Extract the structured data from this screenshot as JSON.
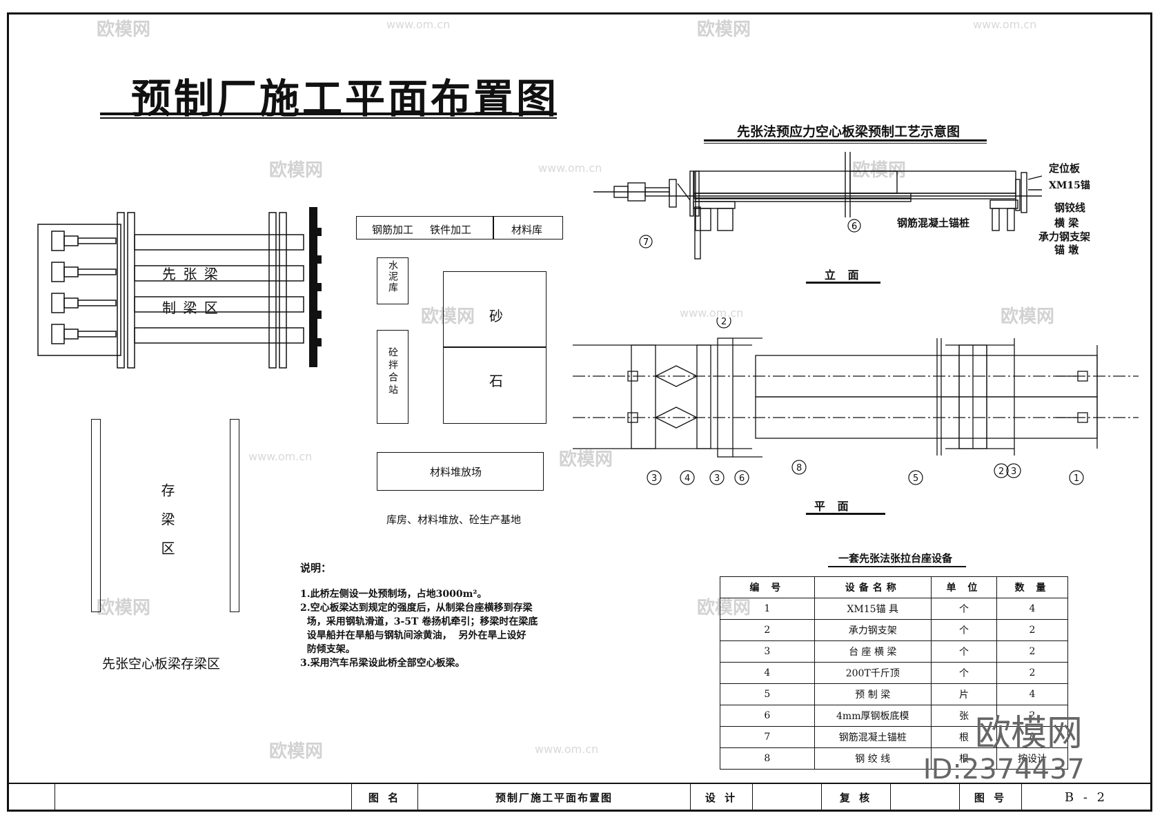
{
  "main_title": "预制厂施工平面布置图",
  "process_title": "先张法预应力空心板梁预制工艺示意图",
  "pretension_zone": {
    "line1": "先 张 梁",
    "line2": "制 梁 区"
  },
  "storage_zone": {
    "label": "存梁区",
    "caption": "先张空心板梁存梁区"
  },
  "base": {
    "steel_processing": "钢筋加工",
    "iron_processing": "铁件加工",
    "material_store": "材料库",
    "cement_store": "水泥库",
    "mixing_station": "砼拌合站",
    "sand": "砂",
    "stone": "石",
    "material_yard": "材料堆放场",
    "caption": "库房、材料堆放、砼生产基地"
  },
  "notes": {
    "heading": "说明：",
    "lines": [
      "1.此桥左侧设一处预制场，占地3000m²。",
      "2.空心板梁达到规定的强度后，从制梁台座横移到存梁",
      "  场，采用钢轨滑道，3-5T 卷扬机牵引；移梁时在梁底",
      "  设旱船并在旱船与钢轨间涂黄油，  另外在旱上设好",
      "  防倾支架。",
      "3.采用汽车吊梁设此桥全部空心板梁。"
    ]
  },
  "elevation": {
    "view_label": "立 面",
    "labels": [
      "定位板",
      "XM15锚",
      "钢铰线",
      "横 梁",
      "承力钢支架",
      "锚 墩"
    ],
    "pile_label": "钢筋混凝土锚桩",
    "markers": [
      "6",
      "7"
    ]
  },
  "plan": {
    "view_label": "平 面",
    "markers_bottom": [
      "3",
      "4",
      "3",
      "6",
      "8",
      "5",
      "2",
      "3",
      "1"
    ],
    "marker_top": "2"
  },
  "equipment": {
    "title": "一套先张法张拉台座设备",
    "headers": [
      "编 号",
      "设备名称",
      "单 位",
      "数 量"
    ],
    "rows": [
      [
        "1",
        "XM15锚 具",
        "个",
        "4"
      ],
      [
        "2",
        "承力钢支架",
        "个",
        "2"
      ],
      [
        "3",
        "台 座 横 梁",
        "个",
        "2"
      ],
      [
        "4",
        "200T千斤顶",
        "个",
        "2"
      ],
      [
        "5",
        "预 制 梁",
        "片",
        "4"
      ],
      [
        "6",
        "4mm厚钢板底模",
        "张",
        "2"
      ],
      [
        "7",
        "钢筋混凝土锚桩",
        "根",
        "8"
      ],
      [
        "8",
        "钢 绞 线",
        "根",
        "按设计"
      ]
    ]
  },
  "title_block": {
    "name_label": "图 名",
    "name_value": "预制厂施工平面布置图",
    "design_label": "设 计",
    "review_label": "复 核",
    "drawing_no_label": "图 号",
    "drawing_no": "B - 2"
  },
  "watermark": {
    "brand": "欧模网",
    "url": "www.om.cn",
    "stamp": "欧模网",
    "id": "ID:2374437"
  }
}
